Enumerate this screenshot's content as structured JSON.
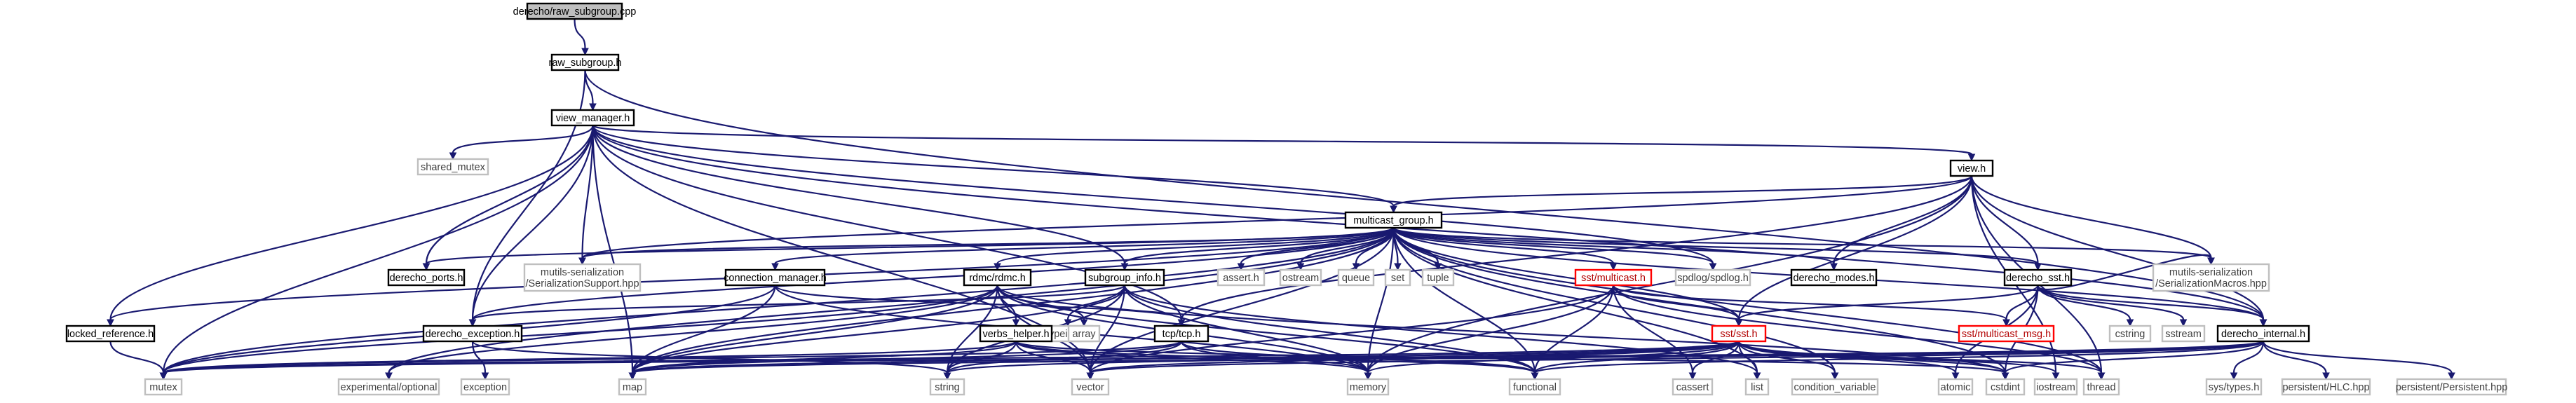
{
  "graph": {
    "nodes": [
      {
        "id": "raw_subgroup_cpp",
        "label": "derecho/raw_subgroup.cpp",
        "style": "main"
      },
      {
        "id": "raw_subgroup_h",
        "label": "raw_subgroup.h",
        "style": "solid"
      },
      {
        "id": "view_manager_h",
        "label": "view_manager.h",
        "style": "solid"
      },
      {
        "id": "shared_mutex",
        "label": "shared_mutex",
        "style": "std"
      },
      {
        "id": "view_h",
        "label": "view.h",
        "style": "solid"
      },
      {
        "id": "multicast_group_h",
        "label": "multicast_group.h",
        "style": "solid"
      },
      {
        "id": "derecho_ports_h",
        "label": "derecho_ports.h",
        "style": "solid"
      },
      {
        "id": "mutils_serialization_support",
        "label": [
          "mutils-serialization",
          "/SerializationSupport.hpp"
        ],
        "style": "std"
      },
      {
        "id": "connection_manager_h",
        "label": "connection_manager.h",
        "style": "solid"
      },
      {
        "id": "rdmc_h",
        "label": "rdmc/rdmc.h",
        "style": "solid"
      },
      {
        "id": "subgroup_info_h",
        "label": "subgroup_info.h",
        "style": "solid"
      },
      {
        "id": "assert_h",
        "label": "assert.h",
        "style": "std"
      },
      {
        "id": "ostream",
        "label": "ostream",
        "style": "std"
      },
      {
        "id": "queue",
        "label": "queue",
        "style": "std"
      },
      {
        "id": "set",
        "label": "set",
        "style": "std"
      },
      {
        "id": "tuple",
        "label": "tuple",
        "style": "std"
      },
      {
        "id": "sst_multicast_h",
        "label": "sst/multicast.h",
        "style": "red"
      },
      {
        "id": "spdlog_h",
        "label": "spdlog/spdlog.h",
        "style": "std"
      },
      {
        "id": "derecho_modes_h",
        "label": "derecho_modes.h",
        "style": "solid"
      },
      {
        "id": "derecho_sst_h",
        "label": "derecho_sst.h",
        "style": "solid"
      },
      {
        "id": "mutils_serialization_macros",
        "label": [
          "mutils-serialization",
          "/SerializationMacros.hpp"
        ],
        "style": "std"
      },
      {
        "id": "locked_reference_h",
        "label": "locked_reference.h",
        "style": "solid"
      },
      {
        "id": "typeindex",
        "label": "typeindex",
        "style": "std"
      },
      {
        "id": "derecho_exception_h",
        "label": "derecho_exception.h",
        "style": "solid"
      },
      {
        "id": "verbs_helper_h",
        "label": "verbs_helper.h",
        "style": "solid"
      },
      {
        "id": "array",
        "label": "array",
        "style": "std"
      },
      {
        "id": "tcp_h",
        "label": "tcp/tcp.h",
        "style": "solid"
      },
      {
        "id": "sst_sst_h",
        "label": "sst/sst.h",
        "style": "red"
      },
      {
        "id": "sst_multicast_msg_h",
        "label": "sst/multicast_msg.h",
        "style": "red"
      },
      {
        "id": "cstring",
        "label": "cstring",
        "style": "std"
      },
      {
        "id": "sstream",
        "label": "sstream",
        "style": "std"
      },
      {
        "id": "derecho_internal_h",
        "label": "derecho_internal.h",
        "style": "solid"
      },
      {
        "id": "mutex",
        "label": "mutex",
        "style": "std"
      },
      {
        "id": "experimental_optional",
        "label": "experimental/optional",
        "style": "std"
      },
      {
        "id": "exception",
        "label": "exception",
        "style": "std"
      },
      {
        "id": "map",
        "label": "map",
        "style": "std"
      },
      {
        "id": "string",
        "label": "string",
        "style": "std"
      },
      {
        "id": "vector",
        "label": "vector",
        "style": "std"
      },
      {
        "id": "memory",
        "label": "memory",
        "style": "std"
      },
      {
        "id": "functional",
        "label": "functional",
        "style": "std"
      },
      {
        "id": "cassert",
        "label": "cassert",
        "style": "std"
      },
      {
        "id": "list",
        "label": "list",
        "style": "std"
      },
      {
        "id": "condition_variable",
        "label": "condition_variable",
        "style": "std"
      },
      {
        "id": "atomic",
        "label": "atomic",
        "style": "std"
      },
      {
        "id": "cstdint",
        "label": "cstdint",
        "style": "std"
      },
      {
        "id": "iostream",
        "label": "iostream",
        "style": "std"
      },
      {
        "id": "thread",
        "label": "thread",
        "style": "std"
      },
      {
        "id": "sys_types_h",
        "label": "sys/types.h",
        "style": "std"
      },
      {
        "id": "persistent_hlc",
        "label": "persistent/HLC.hpp",
        "style": "std"
      },
      {
        "id": "persistent_persistent",
        "label": "persistent/Persistent.hpp",
        "style": "std"
      }
    ],
    "edges": [
      [
        "raw_subgroup_cpp",
        "raw_subgroup_h"
      ],
      [
        "raw_subgroup_h",
        "view_manager_h"
      ],
      [
        "raw_subgroup_h",
        "derecho_exception_h"
      ],
      [
        "raw_subgroup_h",
        "derecho_internal_h"
      ],
      [
        "view_manager_h",
        "shared_mutex"
      ],
      [
        "view_manager_h",
        "view_h"
      ],
      [
        "view_manager_h",
        "multicast_group_h"
      ],
      [
        "view_manager_h",
        "derecho_ports_h"
      ],
      [
        "view_manager_h",
        "mutils_serialization_support"
      ],
      [
        "view_manager_h",
        "subgroup_info_h"
      ],
      [
        "view_manager_h",
        "spdlog_h"
      ],
      [
        "view_manager_h",
        "locked_reference_h"
      ],
      [
        "view_manager_h",
        "derecho_exception_h"
      ],
      [
        "view_manager_h",
        "tcp_h"
      ],
      [
        "view_manager_h",
        "derecho_internal_h"
      ],
      [
        "view_manager_h",
        "mutex"
      ],
      [
        "view_manager_h",
        "map"
      ],
      [
        "view_manager_h",
        "vector"
      ],
      [
        "view_h",
        "multicast_group_h"
      ],
      [
        "view_h",
        "derecho_modes_h"
      ],
      [
        "view_h",
        "derecho_sst_h"
      ],
      [
        "view_h",
        "mutils_serialization_macros"
      ],
      [
        "view_h",
        "sst_sst_h"
      ],
      [
        "view_h",
        "derecho_internal_h"
      ],
      [
        "view_h",
        "memory"
      ],
      [
        "view_h",
        "iostream"
      ],
      [
        "view_h",
        "thread"
      ],
      [
        "view_h",
        "mutils_serialization_support"
      ],
      [
        "view_h",
        "tcp_h"
      ],
      [
        "multicast_group_h",
        "derecho_ports_h"
      ],
      [
        "multicast_group_h",
        "mutils_serialization_support"
      ],
      [
        "multicast_group_h",
        "connection_manager_h"
      ],
      [
        "multicast_group_h",
        "rdmc_h"
      ],
      [
        "multicast_group_h",
        "subgroup_info_h"
      ],
      [
        "multicast_group_h",
        "assert_h"
      ],
      [
        "multicast_group_h",
        "ostream"
      ],
      [
        "multicast_group_h",
        "queue"
      ],
      [
        "multicast_group_h",
        "set"
      ],
      [
        "multicast_group_h",
        "tuple"
      ],
      [
        "multicast_group_h",
        "sst_multicast_h"
      ],
      [
        "multicast_group_h",
        "spdlog_h"
      ],
      [
        "multicast_group_h",
        "derecho_modes_h"
      ],
      [
        "multicast_group_h",
        "derecho_sst_h"
      ],
      [
        "multicast_group_h",
        "mutils_serialization_macros"
      ],
      [
        "multicast_group_h",
        "locked_reference_h"
      ],
      [
        "multicast_group_h",
        "derecho_exception_h"
      ],
      [
        "multicast_group_h",
        "sst_sst_h"
      ],
      [
        "multicast_group_h",
        "derecho_internal_h"
      ],
      [
        "multicast_group_h",
        "mutex"
      ],
      [
        "multicast_group_h",
        "experimental_optional"
      ],
      [
        "multicast_group_h",
        "map"
      ],
      [
        "multicast_group_h",
        "vector"
      ],
      [
        "multicast_group_h",
        "memory"
      ],
      [
        "multicast_group_h",
        "functional"
      ],
      [
        "multicast_group_h",
        "list"
      ],
      [
        "multicast_group_h",
        "condition_variable"
      ],
      [
        "multicast_group_h",
        "cstdint"
      ],
      [
        "multicast_group_h",
        "thread"
      ],
      [
        "connection_manager_h",
        "tcp_h"
      ],
      [
        "connection_manager_h",
        "mutex"
      ],
      [
        "connection_manager_h",
        "map"
      ],
      [
        "connection_manager_h",
        "memory"
      ],
      [
        "rdmc_h",
        "verbs_helper_h"
      ],
      [
        "rdmc_h",
        "array"
      ],
      [
        "rdmc_h",
        "experimental_optional"
      ],
      [
        "rdmc_h",
        "functional"
      ],
      [
        "rdmc_h",
        "map"
      ],
      [
        "rdmc_h",
        "memory"
      ],
      [
        "rdmc_h",
        "string"
      ],
      [
        "rdmc_h",
        "vector"
      ],
      [
        "rdmc_h",
        "cstdint"
      ],
      [
        "rdmc_h",
        "mutex"
      ],
      [
        "subgroup_info_h",
        "typeindex"
      ],
      [
        "subgroup_info_h",
        "derecho_exception_h"
      ],
      [
        "subgroup_info_h",
        "functional"
      ],
      [
        "subgroup_info_h",
        "map"
      ],
      [
        "subgroup_info_h",
        "memory"
      ],
      [
        "subgroup_info_h",
        "vector"
      ],
      [
        "subgroup_info_h",
        "list"
      ],
      [
        "subgroup_info_h",
        "string"
      ],
      [
        "sst_multicast_h",
        "sst_sst_h"
      ],
      [
        "sst_multicast_h",
        "sst_multicast_msg_h"
      ],
      [
        "sst_multicast_h",
        "memory"
      ],
      [
        "sst_multicast_h",
        "vector"
      ],
      [
        "sst_multicast_h",
        "functional"
      ],
      [
        "sst_multicast_h",
        "cassert"
      ],
      [
        "sst_multicast_h",
        "thread"
      ],
      [
        "derecho_sst_h",
        "sst_sst_h"
      ],
      [
        "derecho_sst_h",
        "sst_multicast_msg_h"
      ],
      [
        "derecho_sst_h",
        "cstring"
      ],
      [
        "derecho_sst_h",
        "sstream"
      ],
      [
        "derecho_sst_h",
        "derecho_internal_h"
      ],
      [
        "derecho_sst_h",
        "atomic"
      ],
      [
        "derecho_sst_h",
        "cstdint"
      ],
      [
        "derecho_sst_h",
        "mutils_serialization_macros"
      ],
      [
        "locked_reference_h",
        "mutex"
      ],
      [
        "derecho_exception_h",
        "exception"
      ],
      [
        "derecho_exception_h",
        "string"
      ],
      [
        "verbs_helper_h",
        "functional"
      ],
      [
        "verbs_helper_h",
        "map"
      ],
      [
        "verbs_helper_h",
        "memory"
      ],
      [
        "verbs_helper_h",
        "string"
      ],
      [
        "verbs_helper_h",
        "vector"
      ],
      [
        "verbs_helper_h",
        "cstdint"
      ],
      [
        "verbs_helper_h",
        "mutex"
      ],
      [
        "tcp_h",
        "string"
      ],
      [
        "tcp_h",
        "map"
      ],
      [
        "tcp_h",
        "memory"
      ],
      [
        "tcp_h",
        "functional"
      ],
      [
        "tcp_h",
        "mutex"
      ],
      [
        "sst_sst_h",
        "mutex"
      ],
      [
        "sst_sst_h",
        "map"
      ],
      [
        "sst_sst_h",
        "string"
      ],
      [
        "sst_sst_h",
        "vector"
      ],
      [
        "sst_sst_h",
        "memory"
      ],
      [
        "sst_sst_h",
        "functional"
      ],
      [
        "sst_sst_h",
        "cassert"
      ],
      [
        "sst_sst_h",
        "list"
      ],
      [
        "sst_sst_h",
        "condition_variable"
      ],
      [
        "sst_sst_h",
        "atomic"
      ],
      [
        "sst_sst_h",
        "cstdint"
      ],
      [
        "sst_sst_h",
        "iostream"
      ],
      [
        "sst_sst_h",
        "thread"
      ],
      [
        "derecho_internal_h",
        "mutex"
      ],
      [
        "derecho_internal_h",
        "map"
      ],
      [
        "derecho_internal_h",
        "vector"
      ],
      [
        "derecho_internal_h",
        "functional"
      ],
      [
        "derecho_internal_h",
        "cstdint"
      ],
      [
        "derecho_internal_h",
        "sys_types_h"
      ],
      [
        "derecho_internal_h",
        "persistent_hlc"
      ],
      [
        "derecho_internal_h",
        "persistent_persistent"
      ]
    ]
  }
}
